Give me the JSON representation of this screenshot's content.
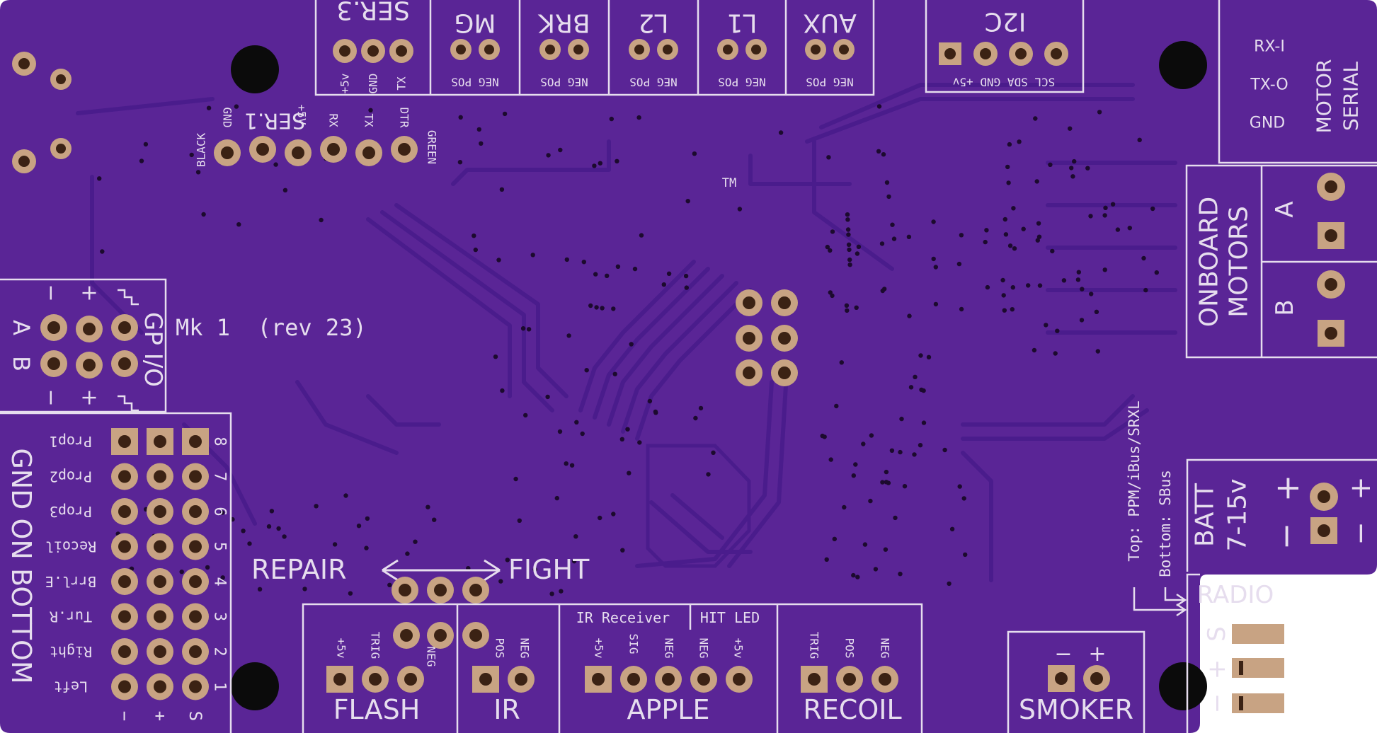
{
  "board": {
    "colors": {
      "board": "#5a2596",
      "trace": "#4a1c8c",
      "silk": "#e6ddee",
      "pad": "#c8a383",
      "hole": "#3b2214",
      "mount": "#0b0b0b"
    },
    "version_label": "Mk 1  (rev 23)",
    "trademark": "TM"
  },
  "headers_top": [
    {
      "title": "SER.3",
      "pins": [
        "+5v",
        "GND",
        "TX"
      ]
    },
    {
      "title": "MG",
      "pins": [
        "NEG POS"
      ]
    },
    {
      "title": "BRK",
      "pins": [
        "NEG POS"
      ]
    },
    {
      "title": "L2",
      "pins": [
        "NEG POS"
      ]
    },
    {
      "title": "L1",
      "pins": [
        "NEG POS"
      ]
    },
    {
      "title": "AUX",
      "pins": [
        "NEG POS"
      ]
    },
    {
      "title": "I2C",
      "pins": [
        "SCL SDA GND +5v"
      ]
    }
  ],
  "ser1": {
    "title": "SER.1",
    "pins": [
      "GND",
      "+5V",
      "RX",
      "TX",
      "DTR"
    ],
    "left_wire": "BLACK",
    "right_wire": "GREEN"
  },
  "motor_serial": {
    "title_line1": "MOTOR",
    "title_line2": "SERIAL",
    "pins": [
      "RX-I",
      "TX-O",
      "GND"
    ]
  },
  "onboard_motors": {
    "title_line1": "ONBOARD",
    "title_line2": "MOTORS",
    "channels": [
      "A",
      "B"
    ]
  },
  "gpio": {
    "title": "GP I/O",
    "rows": [
      "A",
      "B"
    ],
    "plus": "+",
    "minus": "−"
  },
  "servo_block": {
    "side_label": "GND ON BOTTOM",
    "channels": [
      {
        "num": "8",
        "name": "Prop1"
      },
      {
        "num": "7",
        "name": "Prop2"
      },
      {
        "num": "6",
        "name": "Prop3"
      },
      {
        "num": "5",
        "name": "Recoil"
      },
      {
        "num": "4",
        "name": "Brrl.E"
      },
      {
        "num": "3",
        "name": "Tur.R"
      },
      {
        "num": "2",
        "name": "Right"
      },
      {
        "num": "1",
        "name": "Left"
      }
    ],
    "col_labels": [
      "−",
      "+",
      "S"
    ]
  },
  "mode_switch": {
    "left": "REPAIR",
    "right": "FIGHT"
  },
  "bottom_headers": [
    {
      "title": "FLASH",
      "pins": [
        "+5v",
        "TRIG",
        "NEG"
      ]
    },
    {
      "title": "IR",
      "pins": [
        "POS",
        "NEG"
      ]
    },
    {
      "title": "APPLE",
      "sub1": "IR Receiver",
      "sub2": "HIT LED",
      "pins": [
        "+5v",
        "SIG",
        "NEG",
        "NEG",
        "+5v"
      ]
    },
    {
      "title": "RECOIL",
      "pins": [
        "TRIG",
        "POS",
        "NEG"
      ]
    },
    {
      "title": "SMOKER",
      "pins": [
        "−",
        "+"
      ]
    }
  ],
  "radio": {
    "title": "RADIO",
    "pins": [
      "S",
      "+",
      "−"
    ],
    "top_note": "Top: PPM/iBus/SRXL",
    "bottom_note": "Bottom: SBus"
  },
  "battery": {
    "line1": "BATT",
    "line2": "7-15v",
    "plus": "+",
    "minus": "−"
  }
}
